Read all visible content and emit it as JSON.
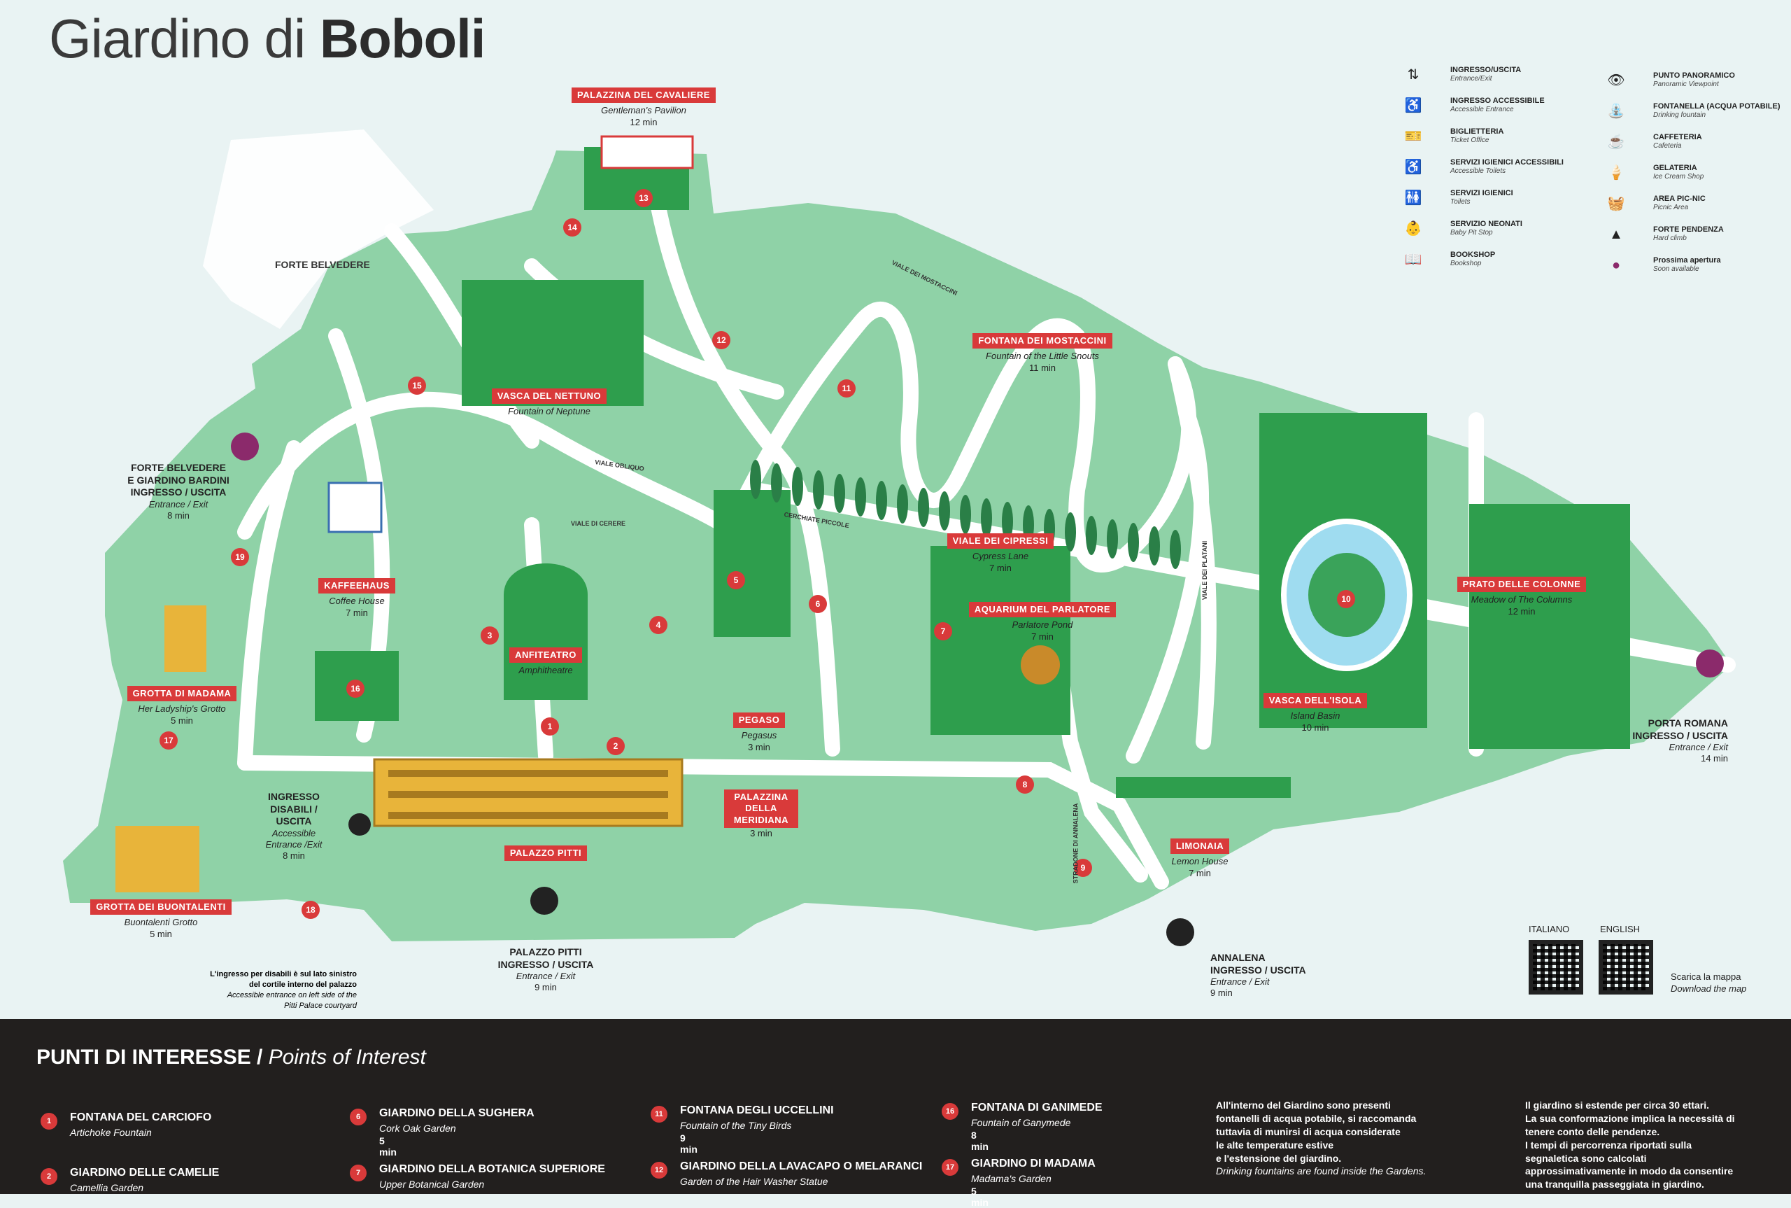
{
  "title": {
    "pre": "Giardino di ",
    "bold": "Boboli"
  },
  "colors": {
    "park": "#8fd2a7",
    "lawn": "#2e9e4d",
    "path": "#ffffff",
    "accent": "#d93a3a",
    "panel": "#221f1e",
    "exit": "#8b2a6b"
  },
  "places": [
    {
      "n": "",
      "tag": "PALAZZINA DEL CAVALIERE",
      "en": "Gentleman's Pavilion",
      "min": "12 min"
    },
    {
      "n": "",
      "tag": "VASCA DEL NETTUNO",
      "en": "Fountain of Neptune",
      "min": ""
    },
    {
      "n": "",
      "tag": "FONTANA DEI MOSTACCINI",
      "en": "Fountain of the Little Snouts",
      "min": "11 min"
    },
    {
      "n": "",
      "tag": "VIALE DEI CIPRESSI",
      "en": "Cypress Lane",
      "min": "7 min"
    },
    {
      "n": "",
      "tag": "AQUARIUM DEL PARLATORE",
      "en": "Parlatore Pond",
      "min": "7 min"
    },
    {
      "n": "",
      "tag": "PRATO DELLE COLONNE",
      "en": "Meadow of The Columns",
      "min": "12 min"
    },
    {
      "n": "",
      "tag": "VASCA DELL'ISOLA",
      "en": "Island Basin",
      "min": "10 min"
    },
    {
      "n": "",
      "tag": "KAFFEEHAUS",
      "en": "Coffee House",
      "min": "7 min"
    },
    {
      "n": "",
      "tag": "ANFITEATRO",
      "en": "Amphitheatre",
      "min": ""
    },
    {
      "n": "",
      "tag": "GROTTA DI MADAMA",
      "en": "Her Ladyship's Grotto",
      "min": "5 min"
    },
    {
      "n": "",
      "tag": "PEGASO",
      "en": "Pegasus",
      "min": "3 min"
    },
    {
      "n": "",
      "tag": "PALAZZINA DELLA MERIDIANA",
      "en": "",
      "min": "3 min"
    },
    {
      "n": "",
      "tag": "PALAZZO PITTI",
      "en": "",
      "min": ""
    },
    {
      "n": "",
      "tag": "LIMONAIA",
      "en": "Lemon House",
      "min": "7 min"
    },
    {
      "n": "",
      "tag": "GROTTA DEI BUONTALENTI",
      "en": "Buontalenti Grotto",
      "min": "5 min"
    }
  ],
  "gates": [
    {
      "name": "FORTE BELVEDERE\nE GIARDINO BARDINI\nINGRESSO / USCITA",
      "en": "Entrance / Exit",
      "min": "8 min"
    },
    {
      "name": "INGRESSO\nDISABILI / USCITA",
      "en": "Accessible\nEntrance /Exit",
      "min": "8 min"
    },
    {
      "name": "PALAZZO PITTI\nINGRESSO / USCITA",
      "en": "Entrance / Exit",
      "min": "9 min"
    },
    {
      "name": "ANNALENA\nINGRESSO / USCITA",
      "en": "Entrance / Exit",
      "min": "9 min"
    },
    {
      "name": "PORTA ROMANA\nINGRESSO / USCITA",
      "en": "Entrance / Exit",
      "min": "14 min"
    }
  ],
  "plain_labels": {
    "forte": "FORTE BELVEDERE"
  },
  "paths": [
    "VIALE OBLIQUO",
    "VIALE DI CERERE",
    "CERCHIATE PICCOLE",
    "VIALE DEI MOSTACCINI",
    "VIALE DEI PLATANI",
    "STRADONE DI ANNALENA"
  ],
  "numbers": [
    "1",
    "2",
    "3",
    "4",
    "5",
    "6",
    "7",
    "8",
    "9",
    "10",
    "11",
    "12",
    "13",
    "14",
    "15",
    "16",
    "17",
    "18",
    "19"
  ],
  "pitti_note": {
    "it": "L'ingresso per disabili è sul lato sinistro\ndel cortile interno del palazzo",
    "en": "Accessible entrance on left side of the\nPitti Palace courtyard"
  },
  "legend": [
    {
      "icon": "entrance-exit-icon",
      "glyph": "⇅",
      "it": "INGRESSO/USCITA",
      "en": "Entrance/Exit"
    },
    {
      "icon": "accessible-entrance-icon",
      "glyph": "♿",
      "it": "INGRESSO ACCESSIBILE",
      "en": "Accessible Entrance"
    },
    {
      "icon": "ticket-office-icon",
      "glyph": "🎫",
      "it": "BIGLIETTERIA",
      "en": "Ticket Office"
    },
    {
      "icon": "accessible-toilets-icon",
      "glyph": "♿",
      "it": "SERVIZI IGIENICI ACCESSIBILI",
      "en": "Accessible Toilets"
    },
    {
      "icon": "toilets-icon",
      "glyph": "🚻",
      "it": "SERVIZI IGIENICI",
      "en": "Toilets"
    },
    {
      "icon": "baby-pit-stop-icon",
      "glyph": "👶",
      "it": "SERVIZIO NEONATI",
      "en": "Baby Pit Stop"
    },
    {
      "icon": "bookshop-icon",
      "glyph": "📖",
      "it": "BOOKSHOP",
      "en": "Bookshop"
    },
    {
      "icon": "panoramic-viewpoint-icon",
      "glyph": "👁",
      "it": "PUNTO PANORAMICO",
      "en": "Panoramic Viewpoint"
    },
    {
      "icon": "drinking-fountain-icon",
      "glyph": "⛲",
      "it": "FONTANELLA (ACQUA POTABILE)",
      "en": "Drinking fountain"
    },
    {
      "icon": "cafeteria-icon",
      "glyph": "☕",
      "it": "CAFFETERIA",
      "en": "Cafeteria"
    },
    {
      "icon": "ice-cream-icon",
      "glyph": "🍦",
      "it": "GELATERIA",
      "en": "Ice Cream Shop"
    },
    {
      "icon": "picnic-area-icon",
      "glyph": "🧺",
      "it": "AREA PIC-NIC",
      "en": "Picnic Area"
    },
    {
      "icon": "hard-climb-icon",
      "glyph": "▲",
      "it": "FORTE PENDENZA",
      "en": "Hard climb"
    },
    {
      "icon": "soon-available-icon",
      "glyph": "●",
      "it": "Prossima apertura",
      "en": "Soon available"
    }
  ],
  "qr": {
    "it_label": "ITALIANO",
    "en_label": "ENGLISH",
    "dl": "Scarica la mappa",
    "dl_en": "Download the map"
  },
  "poi_header": {
    "it": "PUNTI DI INTERESSE / ",
    "en": "Points of Interest"
  },
  "poi": [
    {
      "n": "1",
      "it": "FONTANA DEL CARCIOFO",
      "en": "Artichoke Fountain",
      "min": ""
    },
    {
      "n": "2",
      "it": "GIARDINO DELLE CAMELIE",
      "en": "Camellia Garden",
      "min": ""
    },
    {
      "n": "6",
      "it": "GIARDINO DELLA SUGHERA",
      "en": "Cork Oak Garden",
      "min": "5 min"
    },
    {
      "n": "7",
      "it": "GIARDINO DELLA BOTANICA SUPERIORE",
      "en": "Upper Botanical Garden",
      "min": ""
    },
    {
      "n": "11",
      "it": "FONTANA DEGLI UCCELLINI",
      "en": "Fountain of the Tiny Birds",
      "min": "9 min"
    },
    {
      "n": "12",
      "it": "GIARDINO DELLA LAVACAPO O MELARANCI",
      "en": "Garden of the Hair Washer Statue",
      "min": ""
    },
    {
      "n": "16",
      "it": "FONTANA DI GANIMEDE",
      "en": "Fountain of Ganymede",
      "min": "8 min"
    },
    {
      "n": "17",
      "it": "GIARDINO DI MADAMA",
      "en": "Madama's Garden",
      "min": "5 min"
    }
  ],
  "notes": {
    "water": {
      "l1": "All'interno del Giardino sono presenti",
      "l2": "fontanelli di acqua potabile, si raccomanda",
      "l3": "tuttavia di munirsi di acqua considerate",
      "l4": "le alte temperature estive",
      "l5": "e l'estensione del giardino.",
      "en": "Drinking fountains are found inside the Gardens."
    },
    "size": {
      "l1": "Il giardino si estende per circa 30 ettari.",
      "l2": "La sua conformazione implica la necessità di",
      "l3": "tenere conto delle pendenze.",
      "l4": "I tempi di percorrenza riportati sulla",
      "l5": "segnaletica sono calcolati",
      "l6": "approssimativamente in modo da consentire",
      "l7": "una tranquilla passeggiata in giardino."
    }
  }
}
